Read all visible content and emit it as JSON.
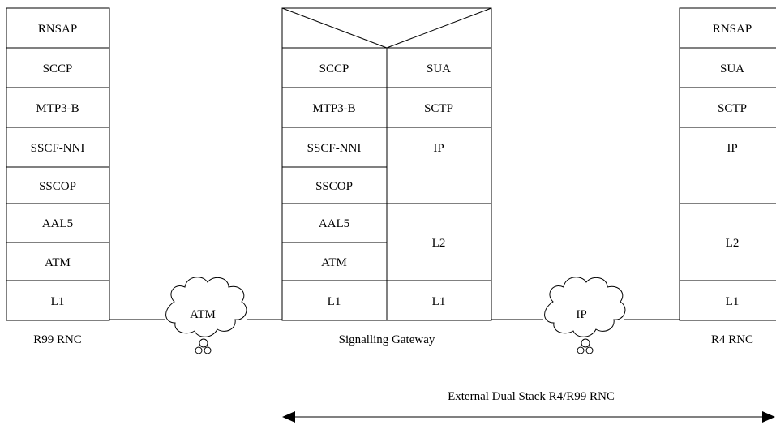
{
  "left_stack": {
    "layers": [
      "RNSAP",
      "SCCP",
      "MTP3-B",
      "SSCF-NNI",
      "SSCOP",
      "AAL5",
      "ATM",
      "L1"
    ],
    "caption": "R99 RNC"
  },
  "gateway": {
    "left_layers": [
      "SCCP",
      "MTP3-B",
      "SSCF-NNI",
      "SSCOP",
      "AAL5",
      "ATM",
      "L1"
    ],
    "right_layers": [
      "SUA",
      "SCTP",
      "IP",
      "L2",
      "L1"
    ],
    "caption": "Signalling Gateway"
  },
  "right_stack": {
    "layers": [
      "RNSAP",
      "SUA",
      "SCTP",
      "IP",
      "L2",
      "L1"
    ],
    "caption": "R4 RNC"
  },
  "clouds": {
    "atm": "ATM",
    "ip": "IP"
  },
  "bottom_label": "External Dual Stack R4/R99 RNC"
}
